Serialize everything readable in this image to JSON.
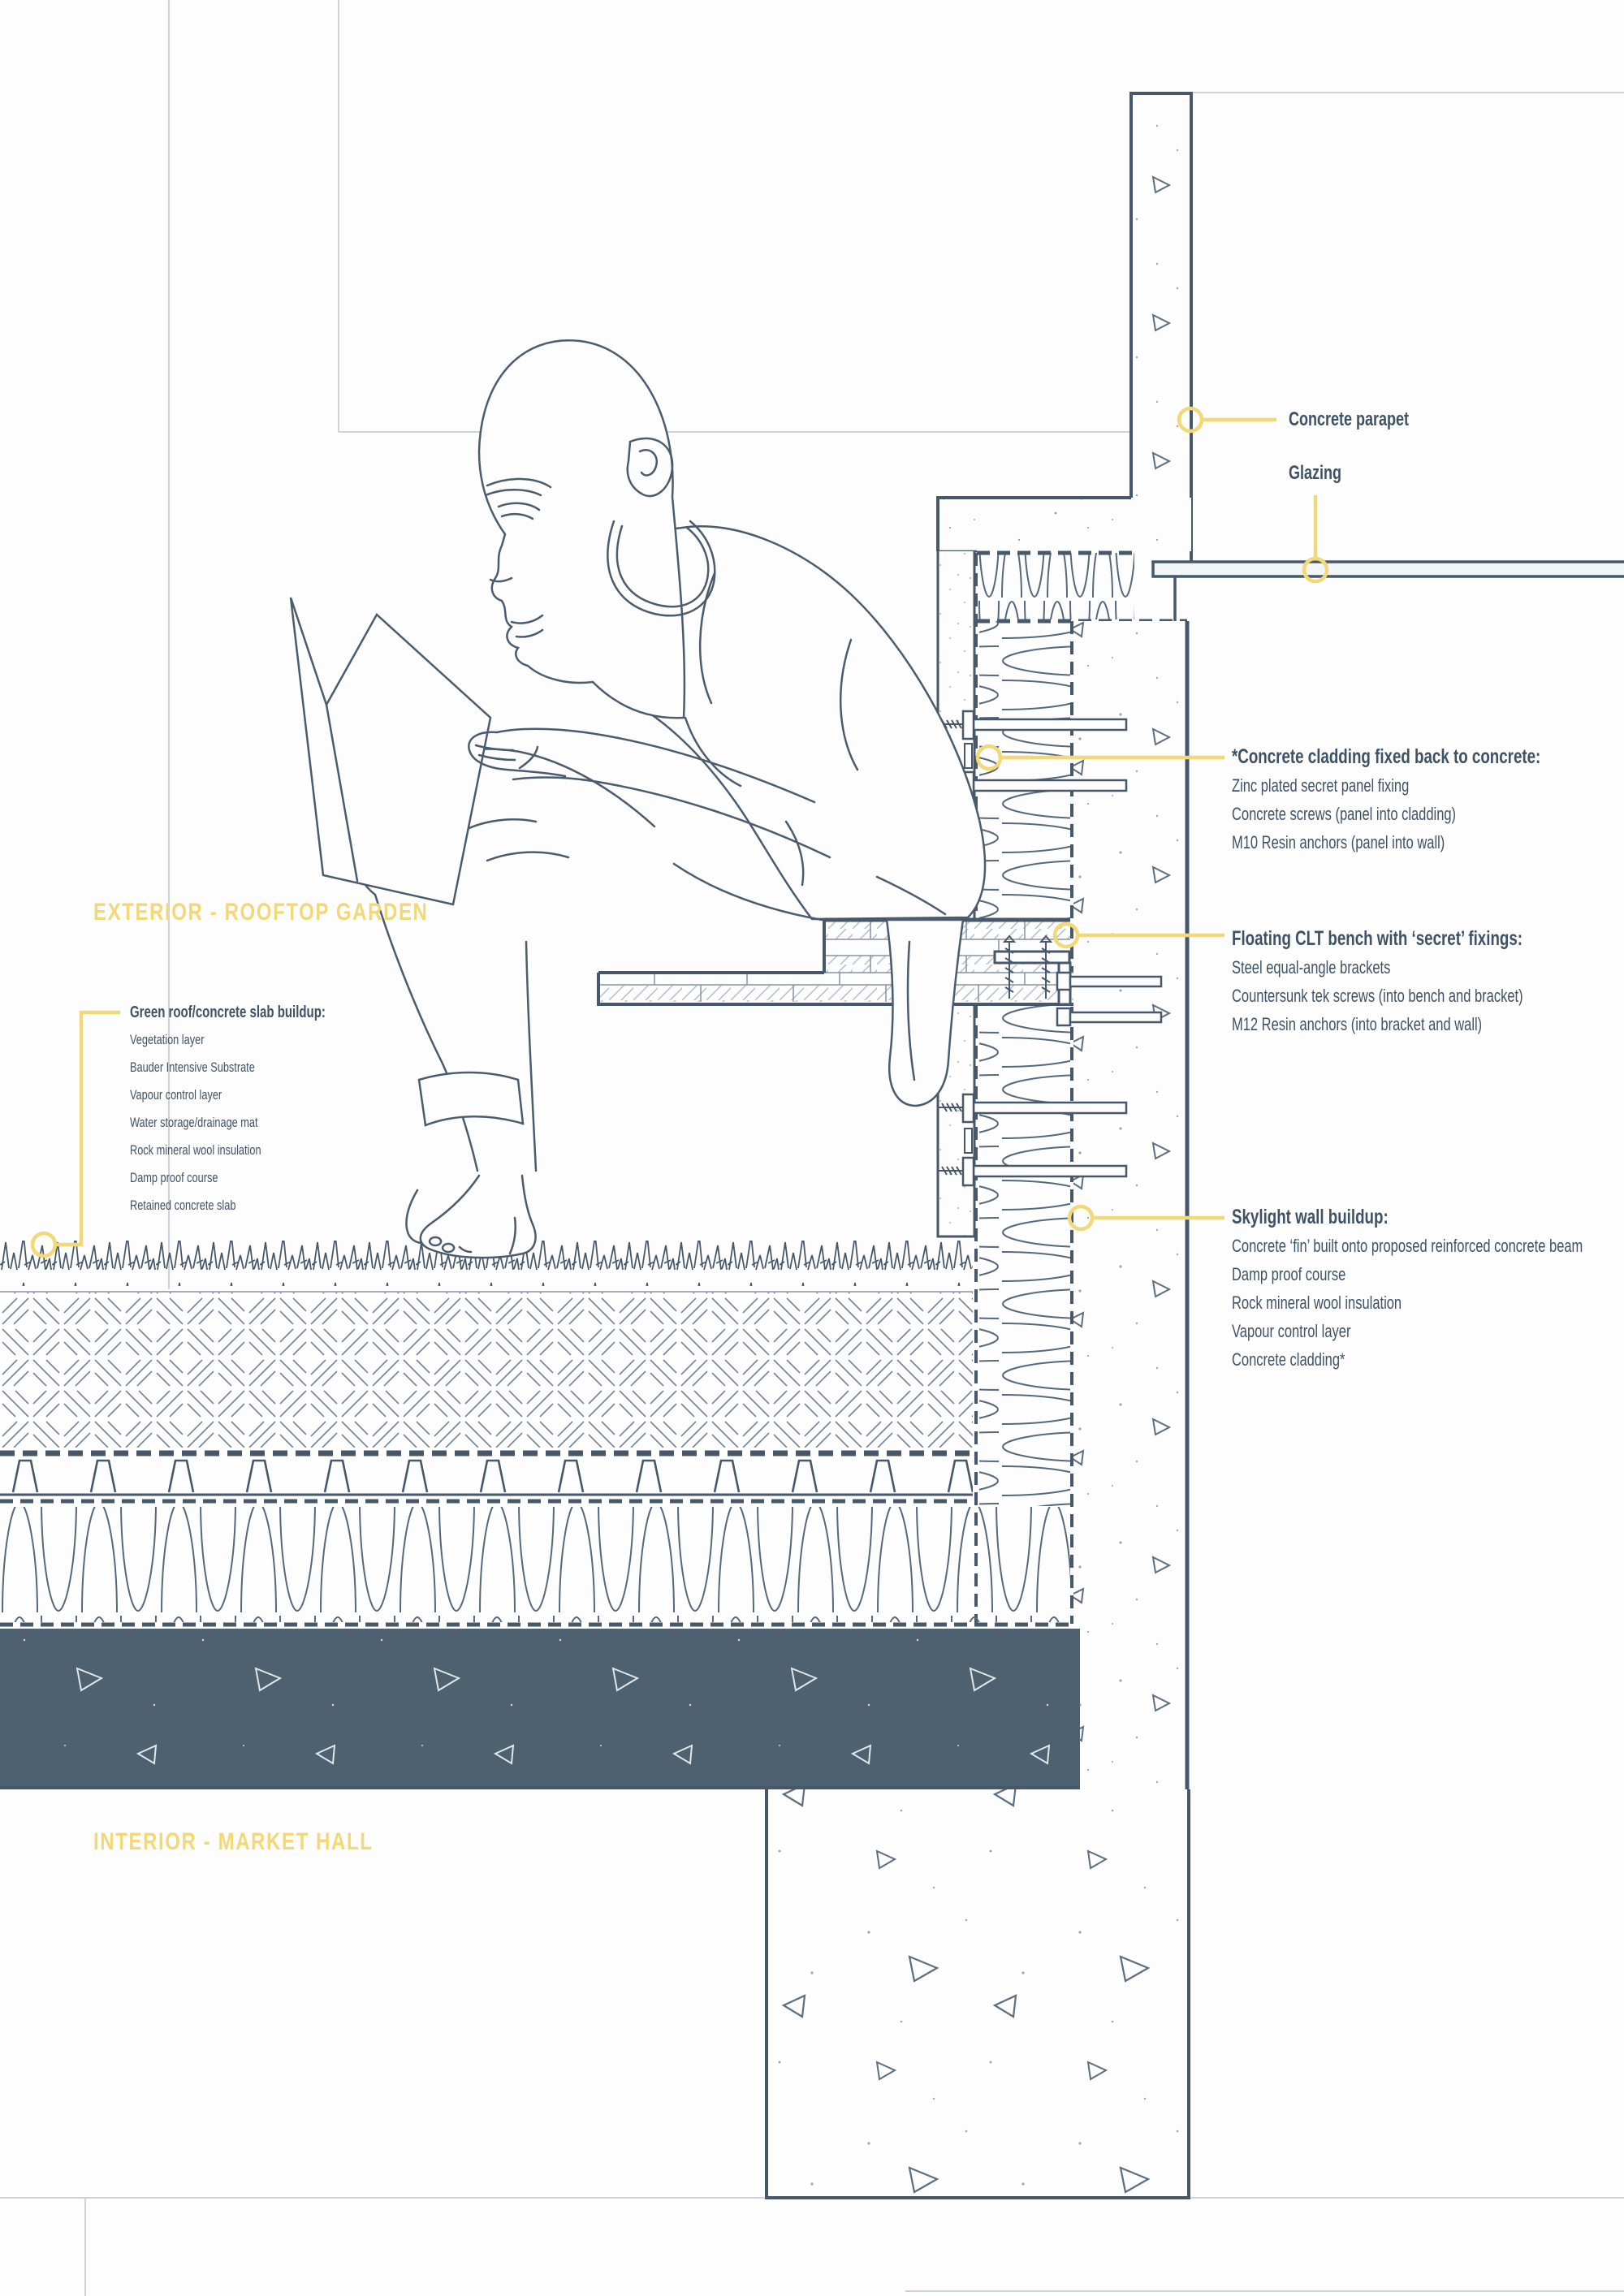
{
  "drawing": {
    "type": "architectural construction section detail",
    "colors": {
      "ink": "#46586a",
      "ink_light": "#8794a1",
      "accent_yellow": "#f2d876",
      "label_text": "#3e5266",
      "slab_fill": "#4e6170",
      "background": "#fdfdfe"
    }
  },
  "zones": {
    "exterior": "EXTERIOR - ROOFTOP GARDEN",
    "interior": "INTERIOR - MARKET HALL"
  },
  "annotations": {
    "parapet": {
      "title": "Concrete parapet"
    },
    "glazing": {
      "title": "Glazing"
    },
    "cladding": {
      "title": "*Concrete cladding fixed back to concrete:",
      "items": [
        "Zinc plated secret panel fixing",
        "Concrete screws (panel into cladding)",
        "M10 Resin anchors (panel into wall)"
      ]
    },
    "bench": {
      "title": "Floating CLT bench with ‘secret’ fixings:",
      "items": [
        "Steel equal-angle brackets",
        "Countersunk tek screws (into bench and bracket)",
        "M12 Resin anchors (into bracket and wall)"
      ]
    },
    "skylight": {
      "title": "Skylight wall buildup:",
      "items": [
        "Concrete ‘fin’ built onto proposed reinforced concrete beam",
        "Damp proof course",
        "Rock mineral wool insulation",
        "Vapour control layer",
        "Concrete cladding*"
      ]
    },
    "greenroof": {
      "title": "Green roof/concrete slab buildup:",
      "items": [
        "Vegetation layer",
        "Bauder Intensive Substrate",
        "Vapour control layer",
        "Water storage/drainage mat",
        "Rock mineral wool insulation",
        "Damp proof course",
        "Retained concrete slab"
      ]
    }
  }
}
